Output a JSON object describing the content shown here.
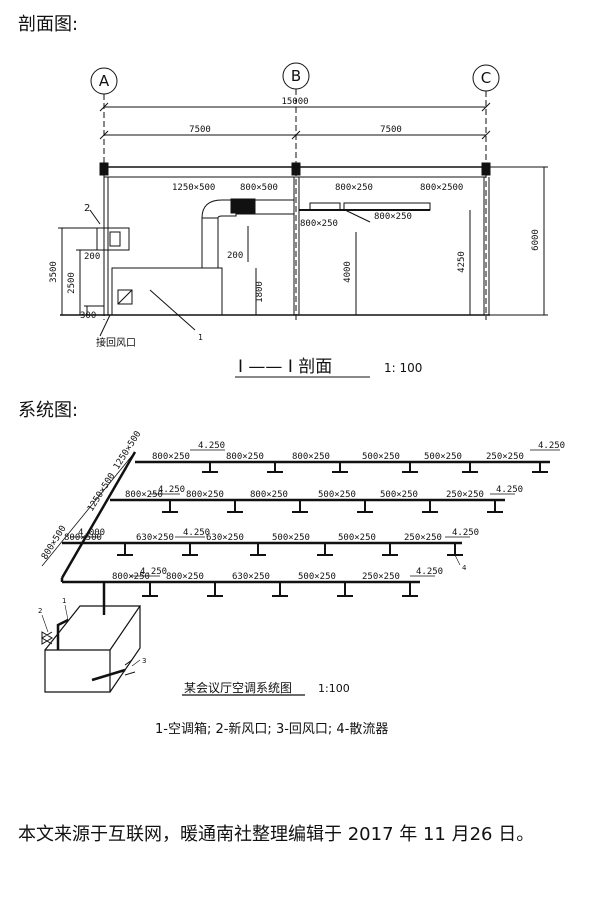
{
  "headings": {
    "section": "剖面图:",
    "system": "系统图:"
  },
  "section": {
    "grid_axes": [
      "A",
      "B",
      "C"
    ],
    "dims": {
      "total": "15000",
      "left_span": "7500",
      "right_span": "7500",
      "duct_1": "1250×500",
      "duct_2": "800×500",
      "duct_3": "800×250",
      "duct_4": "800×2500",
      "duct_5": "800×250",
      "duct_6": "800×250",
      "h_200_a": "200",
      "h_200_b": "200",
      "h_3500": "3500",
      "h_2500": "2500",
      "h_300": "300",
      "h_1800": "1800",
      "h_4000": "4000",
      "h_4250": "4250",
      "h_6000": "6000"
    },
    "tags": {
      "tag_2": "2",
      "tag_1": "1"
    },
    "return_label": "接回风口",
    "title": "I —— I  剖面",
    "scale": "1: 100"
  },
  "system": {
    "pipe_labels": {
      "r1": [
        "800×250",
        "800×250",
        "800×250",
        "500×250",
        "500×250",
        "250×250"
      ],
      "r2": [
        "800×250",
        "800×250",
        "800×250",
        "500×250",
        "500×250",
        "250×250"
      ],
      "r3": [
        "800×500",
        "630×250",
        "630×250",
        "500×250",
        "500×250",
        "250×250"
      ],
      "r4": [
        "800×250",
        "800×250",
        "630×250",
        "500×250",
        "250×250"
      ]
    },
    "elevations": {
      "r1_left": "4.250",
      "r1_right": "4.250",
      "r2_left": "4.250",
      "r2_right": "4.250",
      "r3_left": "4.000",
      "r3_mid": "4.250",
      "r3_right": "4.250",
      "r4_left": "4.250",
      "r4_right": "4.250"
    },
    "riser_labels": [
      "1250×500",
      "1250×500",
      "800×500"
    ],
    "tags": {
      "t1": "1",
      "t2": "2",
      "t3": "3",
      "t4": "4"
    },
    "title": "某会议厅空调系统图",
    "scale": "1:100",
    "legend": "1-空调箱; 2-新风口; 3-回风口; 4-散流器"
  },
  "footer": {
    "text": "本文来源于互联网，暖通南社整理编辑于 2017 年 11 月26 日。"
  }
}
